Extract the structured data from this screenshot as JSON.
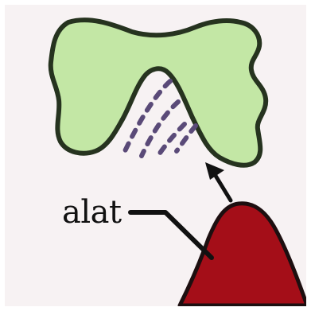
{
  "labels": {
    "alat": "alat"
  },
  "colors": {
    "background": "#f7f2f3",
    "receptor_fill": "#c3e7a5",
    "receptor_stroke": "#26331f",
    "receptor_dots": "#5a4a78",
    "tool_fill": "#a40e18",
    "tool_stroke": "#1d0f10",
    "arrow": "#111111",
    "leader_line": "#111111"
  },
  "icons": {
    "receptor": "green-lock-shape",
    "tool": "red-key-shape",
    "arrow": "up-left-arrow"
  }
}
